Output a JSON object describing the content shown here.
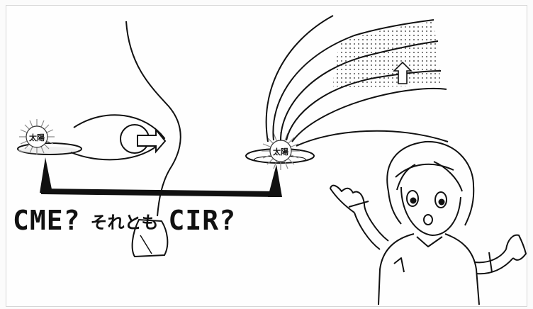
{
  "sun_left": {
    "label": "太陽"
  },
  "sun_right": {
    "label": "太陽"
  },
  "caption": {
    "part1": "CME?",
    "part2": "それとも",
    "part3": "CIR?"
  },
  "colors": {
    "ink": "#111111",
    "background": "#ffffff",
    "sun_glow": "#bdbdbd"
  }
}
